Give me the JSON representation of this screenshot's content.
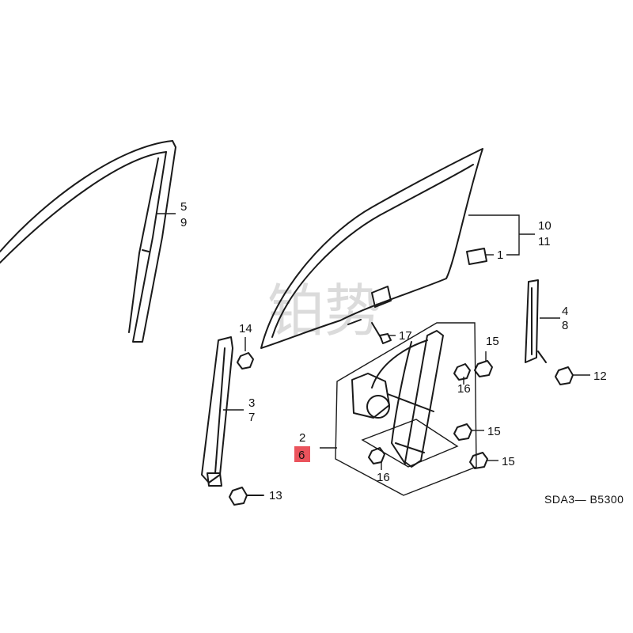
{
  "diagram": {
    "code": "SDA3— B5300",
    "watermark": "铂势",
    "colors": {
      "line": "#1a1a1a",
      "highlight": "#e8404a",
      "watermark": "#bfbfbf"
    },
    "callouts": {
      "c5": "5",
      "c9": "9",
      "c10": "10",
      "c11": "11",
      "c1": "1",
      "c14": "14",
      "c17": "17",
      "c3": "3",
      "c7": "7",
      "c2": "2",
      "c6": "6",
      "c13": "13",
      "c15a": "15",
      "c15b": "15",
      "c15c": "15",
      "c16a": "16",
      "c16b": "16",
      "c4": "4",
      "c8": "8",
      "c12": "12"
    }
  }
}
